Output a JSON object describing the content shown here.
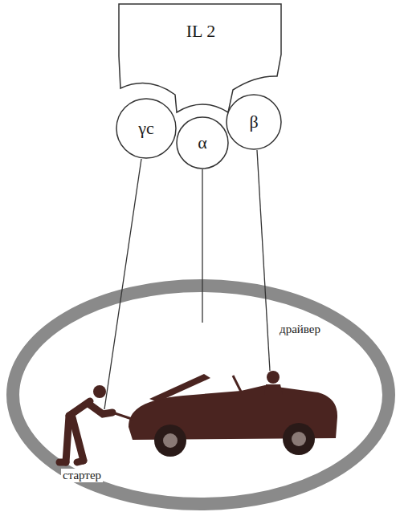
{
  "diagram": {
    "nodes": [
      {
        "text": [
          "IL 2"
        ]
      },
      {
        "text": [
          "γc"
        ]
      },
      {
        "text": [
          "α"
        ]
      },
      {
        "text": [
          "β"
        ]
      }
    ],
    "labels": [
      "драйвер",
      "стартер"
    ]
  }
}
